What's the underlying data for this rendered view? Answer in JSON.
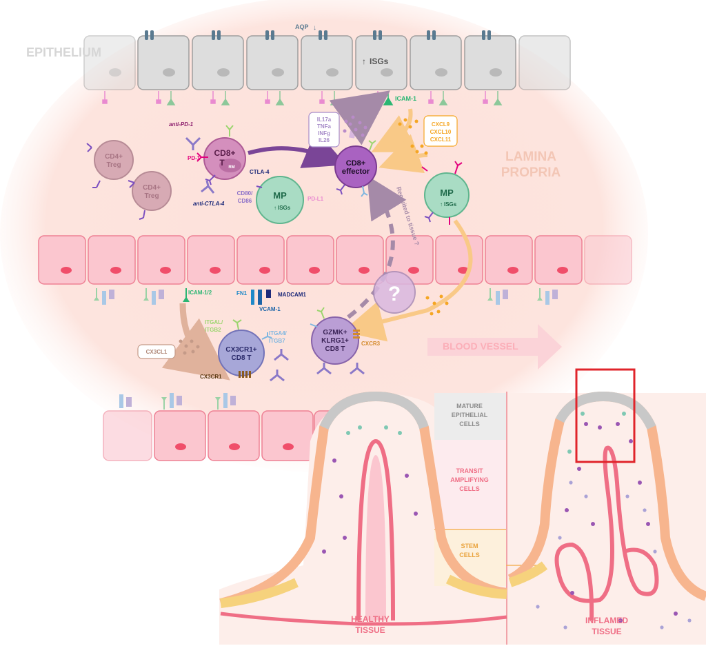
{
  "regions": {
    "epithelium": "EPITHELIUM",
    "lamina_propria": [
      "LAMINA",
      "PROPRIA"
    ],
    "blood_vessel": "BLOOD VESSEL"
  },
  "labels": {
    "aqp": "AQP",
    "isgs_epi": "ISGs",
    "icam1": "ICAM-1",
    "icam12": "ICAM-1/2",
    "fn1": "FN1",
    "madcam1": "MADCAM1",
    "vcam1": "VCAM-1",
    "itgal": [
      "ITGAL/",
      "ITGB2"
    ],
    "itga4": [
      "ITGA4/",
      "ITGB7"
    ],
    "cxcr3": "CXCR3",
    "cx3cl1": "CX3CL1",
    "cx3cr1": "CX3CR1",
    "anti_pd1": "anti-PD-1",
    "pd1": "PD-1",
    "ctla4": "CTLA-4",
    "anti_ctla4": "anti-CTLA-4",
    "cd80": [
      "CD80/",
      "CD86"
    ],
    "pdl1": "PD-L1",
    "cytokines": [
      "IL17a",
      "TNFa",
      "INFg",
      "IL26"
    ],
    "chemokines": [
      "CXCL9",
      "CXCL10",
      "CXCL11"
    ],
    "recruited": "Recruited to tissue ?"
  },
  "cells": {
    "treg1": [
      "CD4+",
      "Treg"
    ],
    "treg2": [
      "CD4+",
      "Treg"
    ],
    "cd8rm": [
      "CD8+",
      "T",
      "RM"
    ],
    "effector": [
      "CD8+",
      "effector"
    ],
    "mp_left": "MP",
    "mp_left_isg": "ISGs",
    "mp_right": "MP",
    "mp_right_isg": "ISGs",
    "question": "?",
    "cx3cr1_cell": [
      "CX3CR1+",
      "CD8 T"
    ],
    "gzmk_cell": [
      "GZMK+",
      "KLRG1+",
      "CD8 T"
    ]
  },
  "crypt": {
    "mature": [
      "MATURE",
      "EPITHELIAL",
      "CELLS"
    ],
    "transit": [
      "TRANSIT",
      "AMPLIFYING",
      "CELLS"
    ],
    "stem": [
      "STEM",
      "CELLS"
    ],
    "healthy": [
      "HEALTHY",
      "TISSUE"
    ],
    "inflamed": [
      "INFLAMED",
      "TISSUE"
    ]
  },
  "colors": {
    "lamina": "#fde2dc",
    "epi_cell": "#dcdcdc",
    "endo": "#fbc6cf",
    "endo_border": "#ee8094",
    "purple": "#8c4ba0",
    "green": "#2bb673",
    "orange": "#f5a623",
    "highlight": "#e0242b"
  }
}
